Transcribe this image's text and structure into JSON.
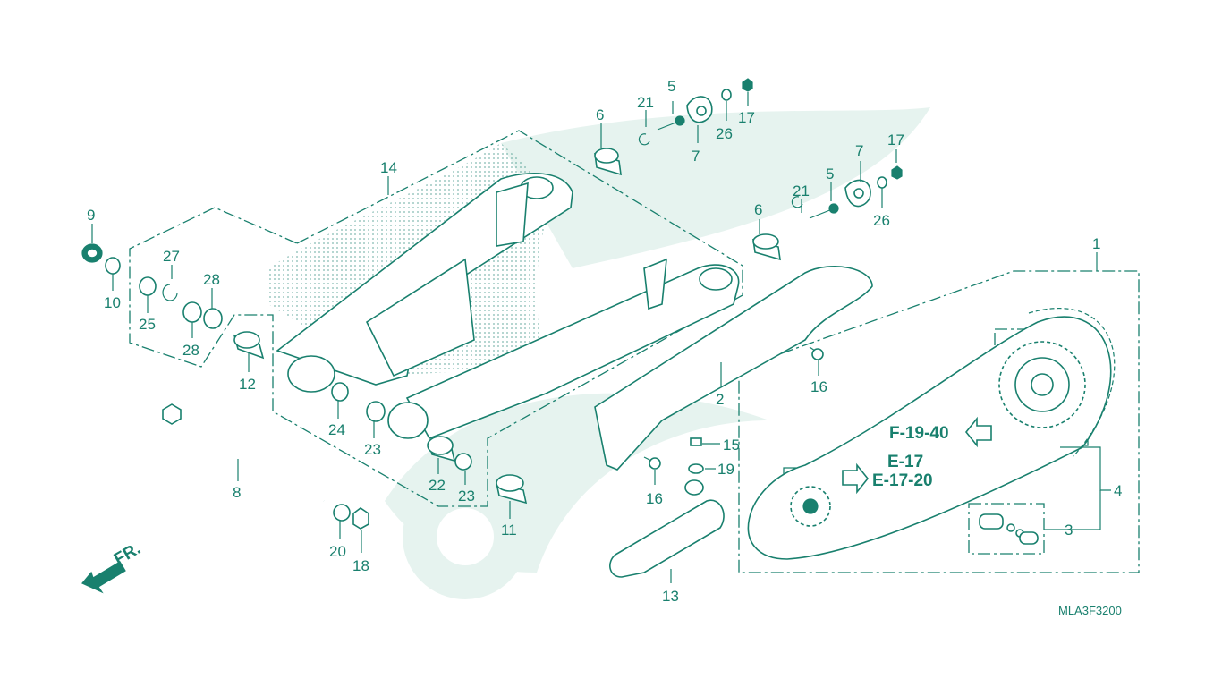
{
  "colors": {
    "ink": "#19806e",
    "ghost": "#e6f3ef",
    "paper": "#ffffff"
  },
  "part_numbers": {
    "p1": "1",
    "p2": "2",
    "p3": "3",
    "p4": "4",
    "p5a": "5",
    "p5b": "5",
    "p6a": "6",
    "p6b": "6",
    "p7a": "7",
    "p7b": "7",
    "p8": "8",
    "p9": "9",
    "p10": "10",
    "p11": "11",
    "p12": "12",
    "p13": "13",
    "p14": "14",
    "p15": "15",
    "p16a": "16",
    "p16b": "16",
    "p17a": "17",
    "p17b": "17",
    "p18": "18",
    "p19": "19",
    "p20": "20",
    "p21a": "21",
    "p21b": "21",
    "p22": "22",
    "p23a": "23",
    "p23b": "23",
    "p24": "24",
    "p25": "25",
    "p26a": "26",
    "p26b": "26",
    "p27": "27",
    "p28a": "28",
    "p28b": "28"
  },
  "references": {
    "driven_sprocket": "F-19-40",
    "drive_sprocket_1": "E-17",
    "drive_sprocket_2": "E-17-20"
  },
  "direction_label": "FR.",
  "diagram_code": "MLA3F3200",
  "icons": {
    "front_arrow": "arrow-down-left-icon",
    "ref_arrow_left": "hollow-arrow-left-icon",
    "ref_arrow_right": "hollow-arrow-right-icon"
  }
}
